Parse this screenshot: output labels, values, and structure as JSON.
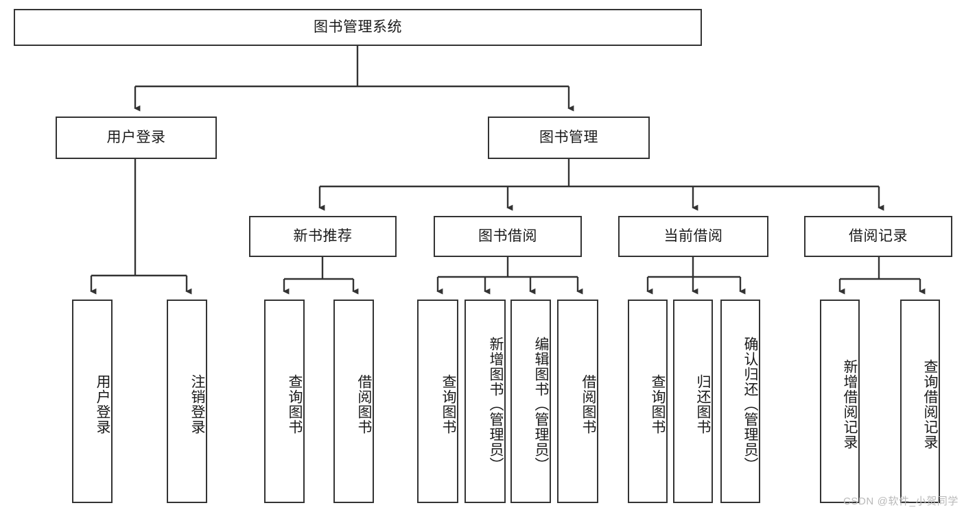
{
  "diagram": {
    "title": "图书管理系统",
    "type": "tree-hierarchy",
    "colors": {
      "box_border": "#333333",
      "box_fill": "#ffffff",
      "edge": "#333333",
      "text": "#1a1a1a",
      "watermark": "#b9b9b9"
    },
    "levels": {
      "root": {
        "label": "图书管理系统"
      },
      "level2": [
        {
          "label": "用户登录"
        },
        {
          "label": "图书管理"
        }
      ],
      "level3": [
        {
          "label": "新书推荐"
        },
        {
          "label": "图书借阅"
        },
        {
          "label": "当前借阅"
        },
        {
          "label": "借阅记录"
        }
      ],
      "leaves": {
        "user_login": [
          {
            "label": "用户登录"
          },
          {
            "label": "注销登录"
          }
        ],
        "new_book_recommend": [
          {
            "label": "查询图书"
          },
          {
            "label": "借阅图书"
          }
        ],
        "book_borrow": [
          {
            "label": "查询图书"
          },
          {
            "label": "新增图书（管理员）"
          },
          {
            "label": "编辑图书（管理员）"
          },
          {
            "label": "借阅图书"
          }
        ],
        "current_borrow": [
          {
            "label": "查询图书"
          },
          {
            "label": "归还图书"
          },
          {
            "label": "确认归还（管理员）"
          }
        ],
        "borrow_record": [
          {
            "label": "新增借阅记录"
          },
          {
            "label": "查询借阅记录"
          }
        ]
      }
    }
  },
  "watermark": {
    "text": "CSDN @软件_小贺同学"
  }
}
